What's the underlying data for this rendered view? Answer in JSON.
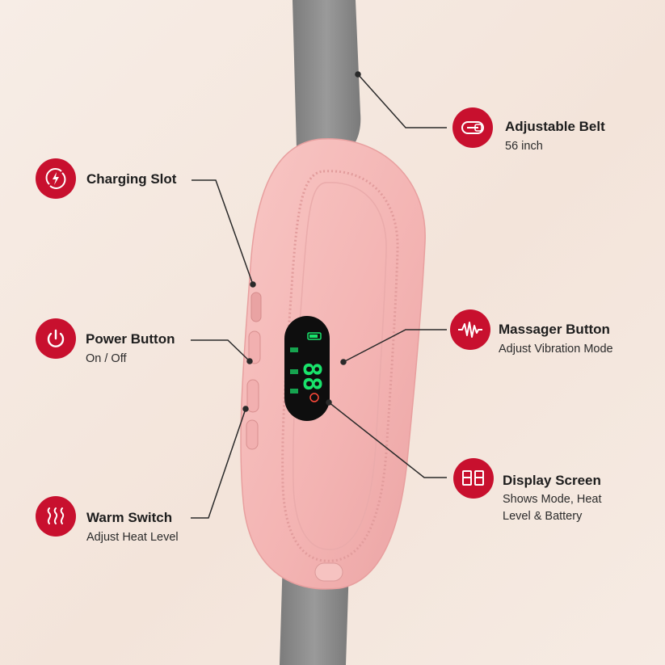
{
  "callouts": {
    "adjustable_belt": {
      "title": "Adjustable Belt",
      "subtitle": "56 inch",
      "icon": "belt-icon"
    },
    "charging_slot": {
      "title": "Charging Slot",
      "icon": "charging-bolt-icon"
    },
    "power_button": {
      "title": "Power Button",
      "subtitle": "On / Off",
      "icon": "power-icon"
    },
    "massager_button": {
      "title": "Massager Button",
      "subtitle": "Adjust Vibration Mode",
      "icon": "vibration-wave-icon"
    },
    "display_screen": {
      "title": "Display Screen",
      "subtitle_line1": "Shows Mode, Heat",
      "subtitle_line2": "Level & Battery",
      "icon": "digital-88-icon"
    },
    "warm_switch": {
      "title": "Warm Switch",
      "subtitle": "Adjust Heat Level",
      "icon": "heat-waves-icon"
    }
  },
  "device": {
    "display_digits": "88"
  },
  "colors": {
    "accent_red": "#c8102e",
    "device_pink": "#f4b8b8",
    "belt_gray": "#8a8a8a",
    "display_green": "#19e36b",
    "background": "#f6ebe3"
  }
}
